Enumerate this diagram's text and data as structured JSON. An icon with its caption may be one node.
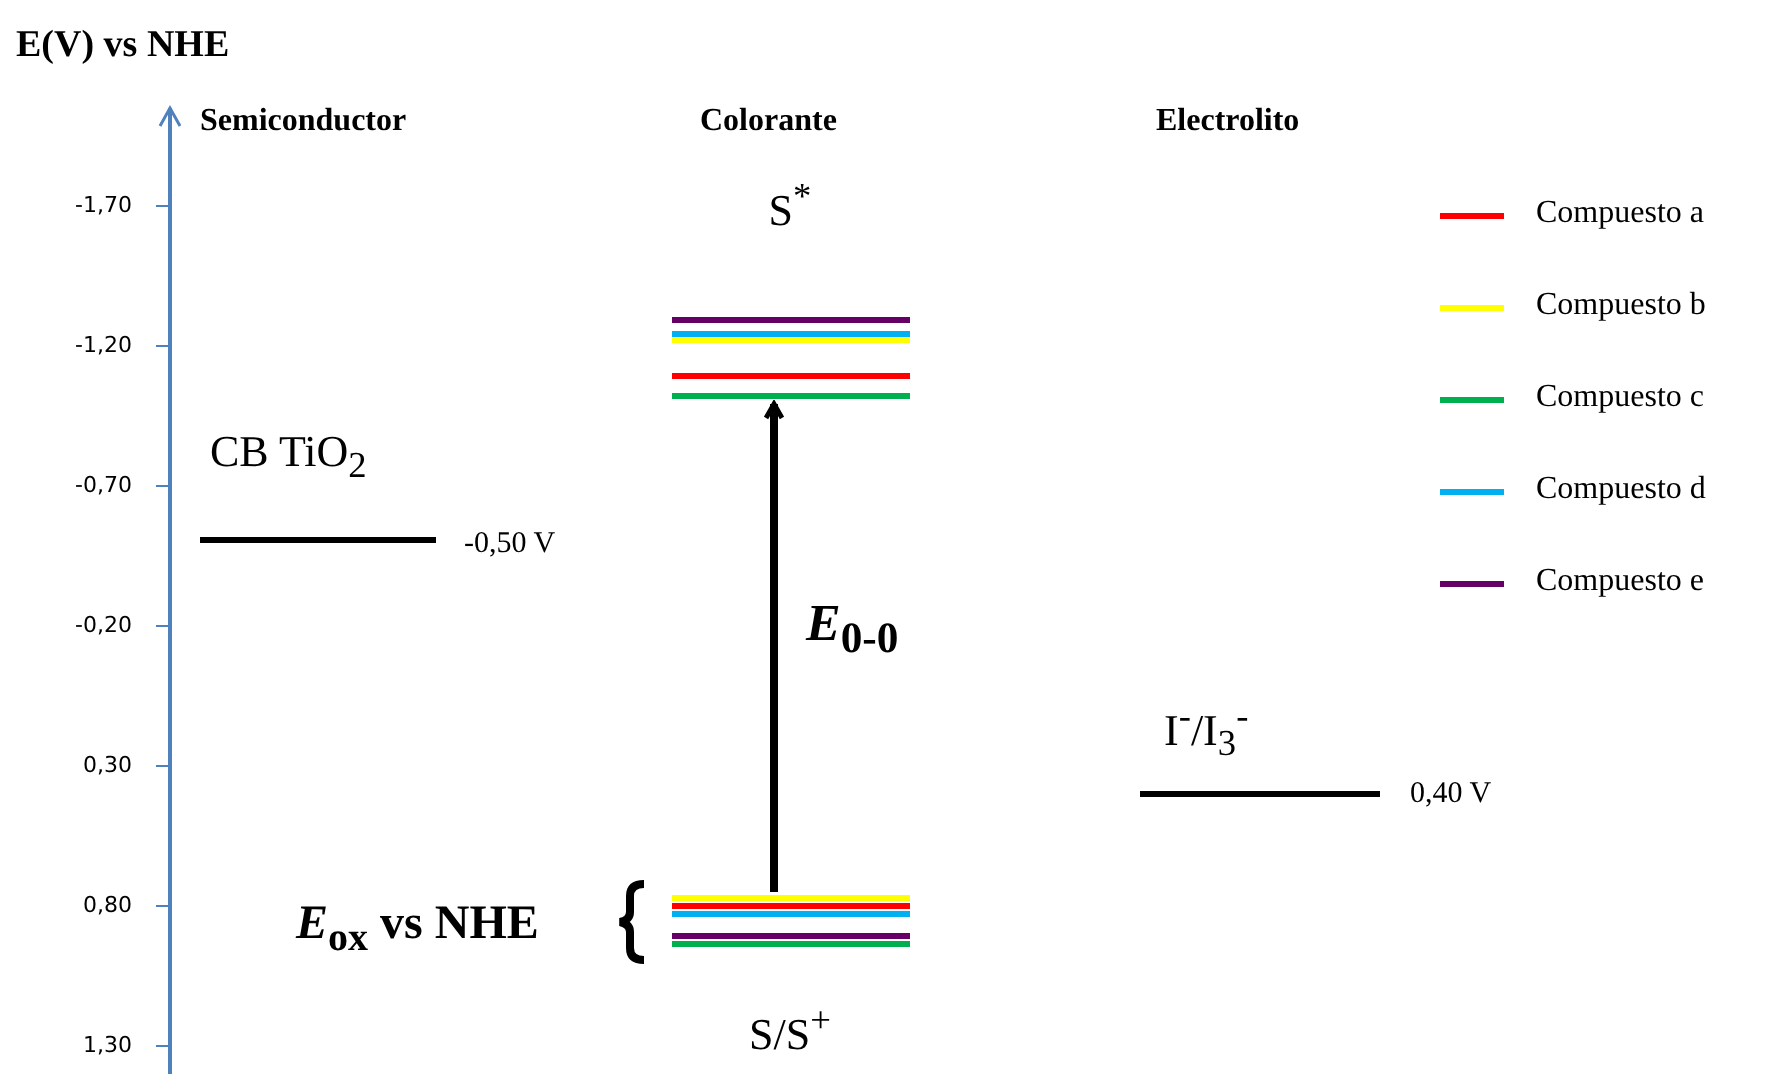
{
  "diagram": {
    "title": "E(V) vs NHE",
    "nodes": [
      {
        "text": [
          "S$^{*}$"
        ]
      },
      {
        "text": [
          "S/S$^{+}$"
        ]
      }
    ],
    "edges": [
      {
        "from": 1,
        "to": 0,
        "arrow": "to",
        "label": "*E*$_{0-0}$"
      }
    ],
    "labels": [
      "Semiconductor",
      "Colorante",
      "Electrolito",
      "-1,70",
      "-1,20",
      "CB TiO$_{2}$",
      "-0,70",
      "-0,50 V",
      "-0,20",
      "I$^{-}$/I$_{3}$$^{-}$",
      "0,30",
      "0,40 V",
      "*E*$_{ox}$ vs NHE",
      "0,80",
      "1,30"
    ],
    "legend": [
      {
        "text": "Compuesto a",
        "color": "#ff0000"
      },
      {
        "text": "Compuesto b",
        "color": "#ffff00"
      },
      {
        "text": "Compuesto c",
        "color": "#00b050"
      },
      {
        "text": "Compuesto d",
        "color": "#00b0f0"
      },
      {
        "text": "Compuesto e",
        "color": "#660066"
      }
    ]
  }
}
